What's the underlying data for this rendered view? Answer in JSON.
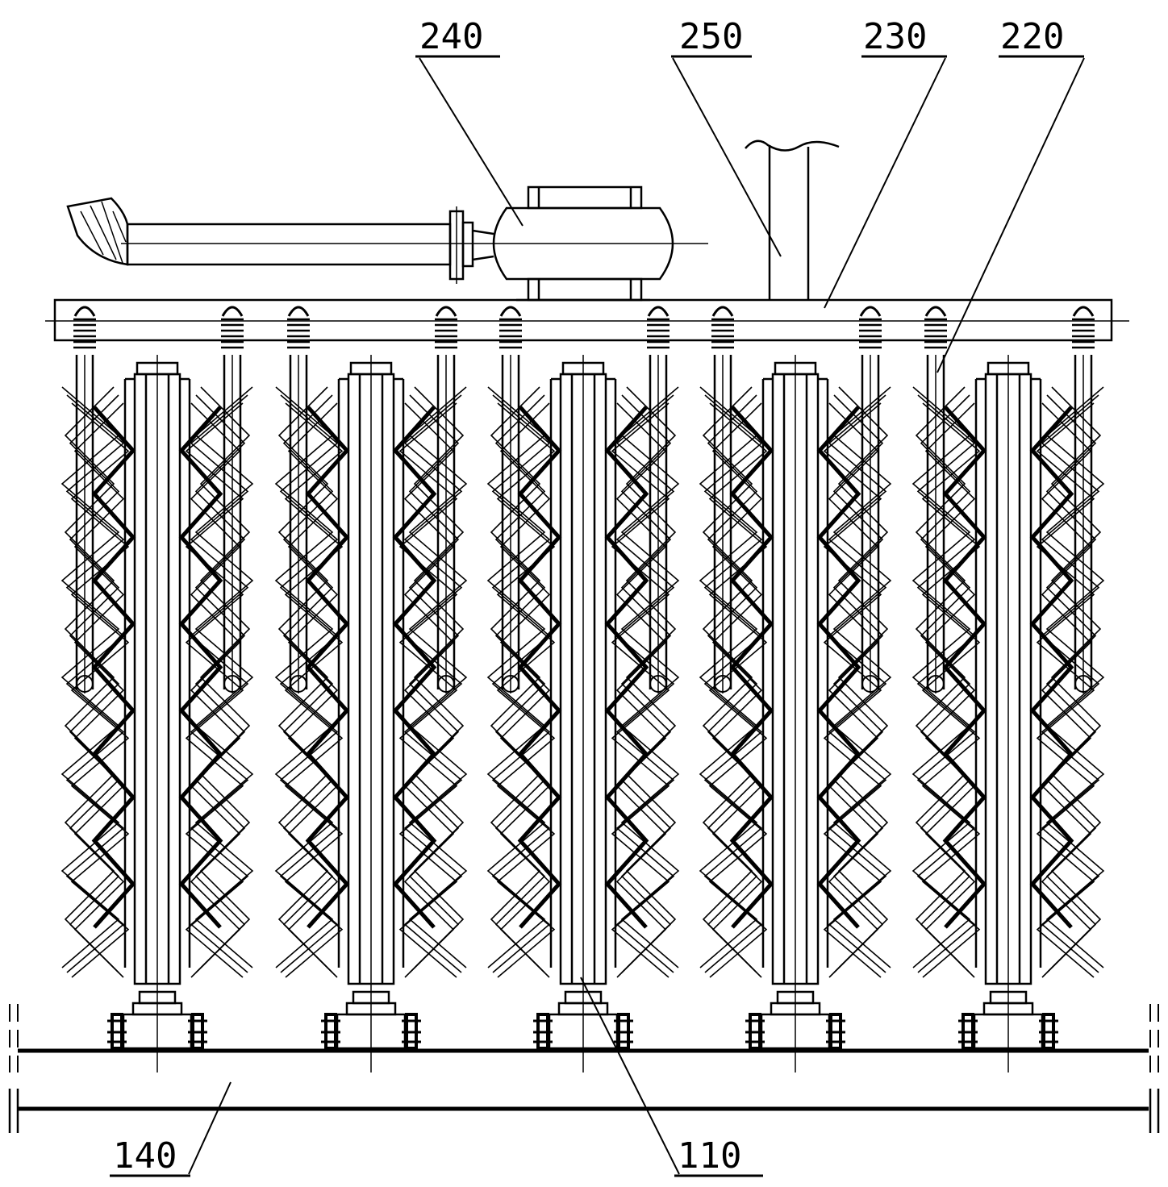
{
  "labels": {
    "l240": "240",
    "l250": "250",
    "l230": "230",
    "l220": "220",
    "l140": "140",
    "l110": "110"
  },
  "colors": {
    "ink": "#000000",
    "paper": "#ffffff"
  },
  "units": {
    "count": 5
  }
}
